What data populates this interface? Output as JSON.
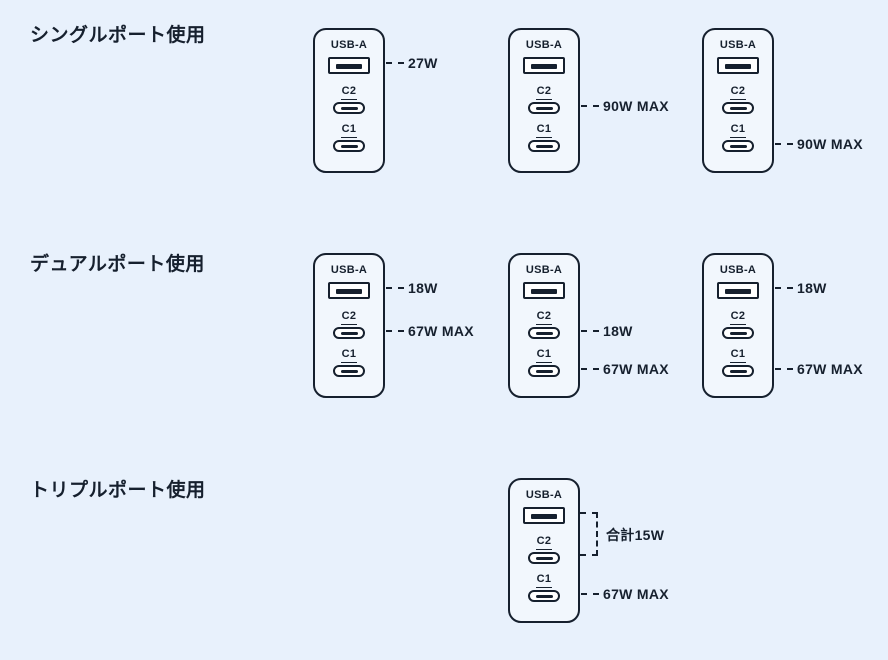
{
  "colors": {
    "background": "#e8f1fc",
    "ink": "#16202e",
    "device_fill": "#f2f7fd",
    "port_fill": "#ffffff"
  },
  "sections": [
    {
      "title": "シングルポート使用"
    },
    {
      "title": "デュアルポート使用"
    },
    {
      "title": "トリプルポート使用"
    }
  ],
  "port_labels": {
    "usb_a": "USB-A",
    "c2": "C2",
    "c1": "C1"
  },
  "annotations": {
    "single_dev1_usb_a": "27W",
    "single_dev2_c2": "90W MAX",
    "single_dev3_c1": "90W MAX",
    "dual_dev1_usb_a": "18W",
    "dual_dev1_c2": "67W MAX",
    "dual_dev2_c2": "18W",
    "dual_dev2_c1": "67W MAX",
    "dual_dev3_usb_a": "18W",
    "dual_dev3_c1": "67W MAX",
    "triple_usb_a_c2_combined": "合計15W",
    "triple_c1": "67W MAX"
  }
}
